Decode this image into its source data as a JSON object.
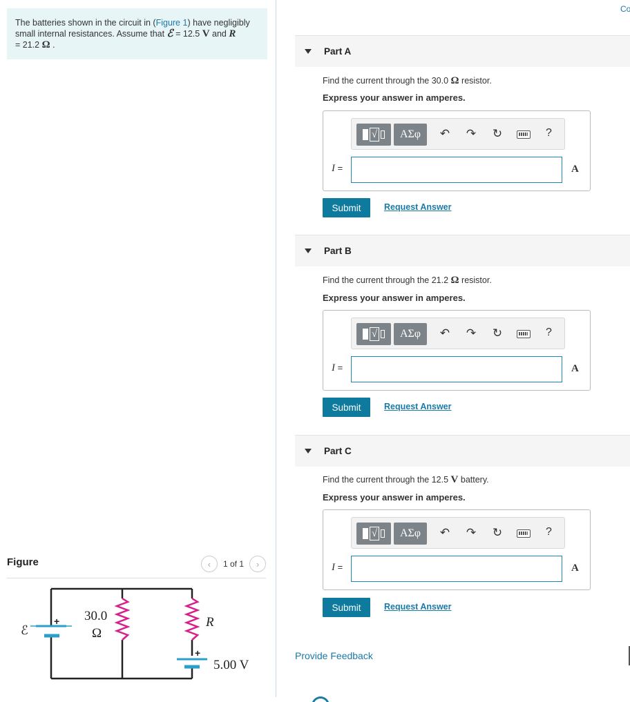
{
  "problem": {
    "text_before_link": "The batteries shown in the circuit in (",
    "figure_link": "Figure 1",
    "text_after_link": ") have negligibly small internal resistances. Assume that ",
    "emf_symbol": "ℰ",
    "emf_eq": " = 12.5 ",
    "emf_unit": "V",
    "and": " and ",
    "r_symbol": "R",
    "r_line2": "= 21.2 ",
    "r_unit": "Ω",
    "end": " ."
  },
  "figure": {
    "title": "Figure",
    "pager_text": "1 of 1",
    "prev_icon": "chevron-left-icon",
    "next_icon": "chevron-right-icon",
    "circuit": {
      "emf_label": "ℰ",
      "resistor1_value": "30.0",
      "resistor1_unit": "Ω",
      "resistor2_label": "R",
      "battery2_label": "5.00 V",
      "plus": "+"
    }
  },
  "header_link": "Co",
  "parts": [
    {
      "label": "Part A",
      "question_before": "Find the current through the 30.0 ",
      "question_unit": "Ω",
      "question_after": " resistor.",
      "express": "Express your answer in amperes.",
      "variable": "I",
      "equals": " =",
      "value": "",
      "unit": "A",
      "submit": "Submit",
      "request": "Request Answer"
    },
    {
      "label": "Part B",
      "question_before": "Find the current through the 21.2 ",
      "question_unit": "Ω",
      "question_after": " resistor.",
      "express": "Express your answer in amperes.",
      "variable": "I",
      "equals": " =",
      "value": "",
      "unit": "A",
      "submit": "Submit",
      "request": "Request Answer"
    },
    {
      "label": "Part C",
      "question_before": "Find the current through the 12.5 ",
      "question_unit": "V",
      "question_after": " battery.",
      "express": "Express your answer in amperes.",
      "variable": "I",
      "equals": " =",
      "value": "",
      "unit": "A",
      "submit": "Submit",
      "request": "Request Answer"
    }
  ],
  "toolbar": {
    "greek_label": "ΑΣφ",
    "radical_label": "√",
    "undo_icon": "undo-icon",
    "redo_icon": "redo-icon",
    "reset_icon": "reset-icon",
    "keyboard_icon": "keyboard-icon",
    "help_label": "?"
  },
  "feedback": "Provide Feedback"
}
